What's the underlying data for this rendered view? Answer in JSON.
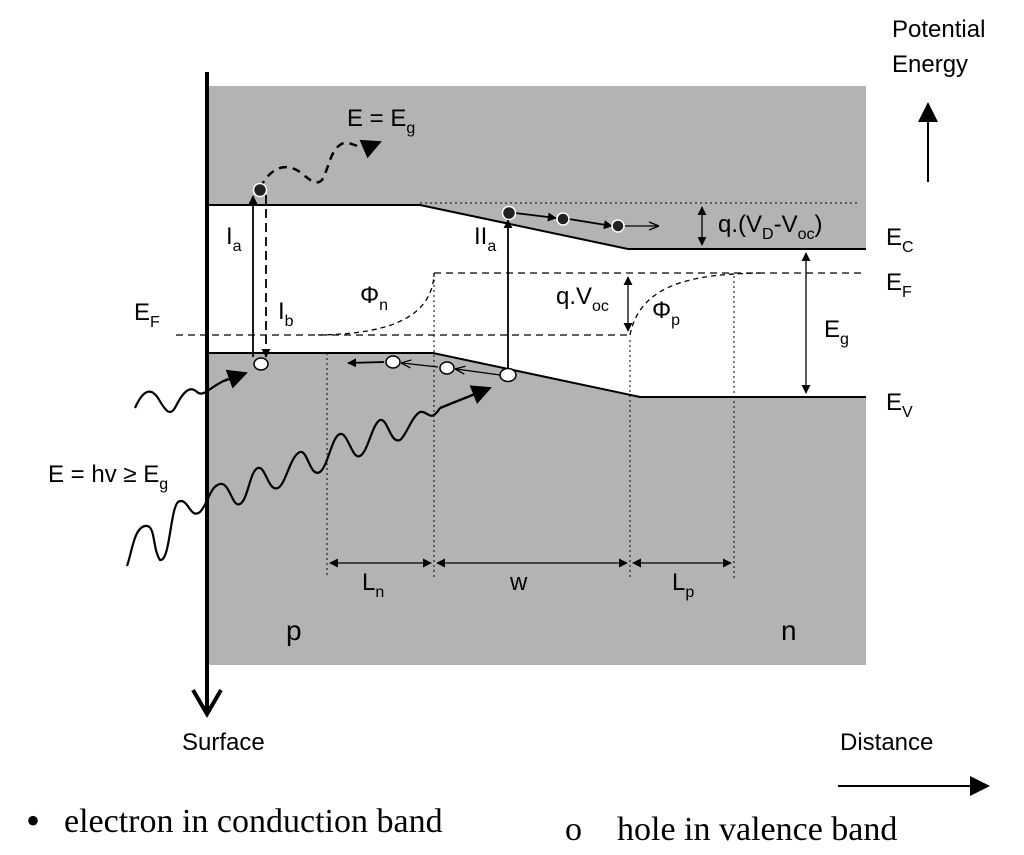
{
  "axes": {
    "potential_line1": "Potential",
    "potential_line2": "Energy",
    "distance": "Distance",
    "surface": "Surface"
  },
  "labels": {
    "photon_emit_base": "E = E",
    "photon_emit_sub": "g",
    "photon_absorb_base": "E = hv ≥ E",
    "photon_absorb_sub": "g",
    "Ia_base": "I",
    "Ia_sub": "a",
    "Ib_base": "I",
    "Ib_sub": "b",
    "IIa_base": "II",
    "IIa_sub": "a",
    "phi_n_base": "Φ",
    "phi_n_sub": "n",
    "phi_p_base": "Φ",
    "phi_p_sub": "p",
    "qVoc_base": "q.V",
    "qVoc_sub": "oc",
    "qVd_pre": "q.(V",
    "qVd_sub1": "D",
    "qVd_mid": "-V",
    "qVd_sub2": "oc",
    "qVd_post": ")",
    "EC_base": "E",
    "EC_sub": "C",
    "EF_right_base": "E",
    "EF_right_sub": "F",
    "EF_left_base": "E",
    "EF_left_sub": "F",
    "Eg_base": "E",
    "Eg_sub": "g",
    "EV_base": "E",
    "EV_sub": "V",
    "Ln_base": "L",
    "Ln_sub": "n",
    "w": "w",
    "Lp_base": "L",
    "Lp_sub": "p",
    "p_region": "p",
    "n_region": "n"
  },
  "legend": {
    "electron_symbol": "•",
    "electron_text": "electron in conduction band",
    "hole_symbol": "o",
    "hole_text": "hole in valence band"
  }
}
